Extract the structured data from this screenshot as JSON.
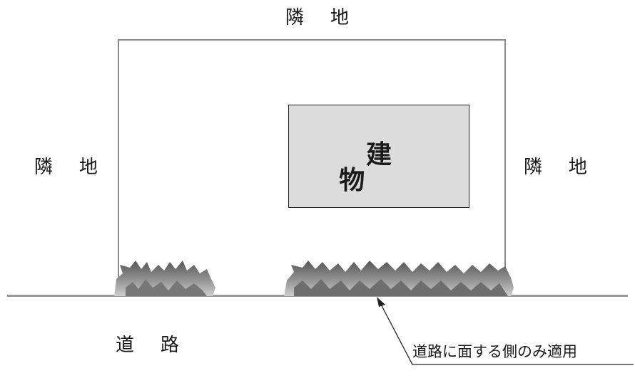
{
  "labels": {
    "neighbor_top": "隣 地",
    "neighbor_left": "隣 地",
    "neighbor_right": "隣 地",
    "road": "道 路",
    "building": "建 物"
  },
  "callout": {
    "text": "道路に面する側のみ適用"
  }
}
